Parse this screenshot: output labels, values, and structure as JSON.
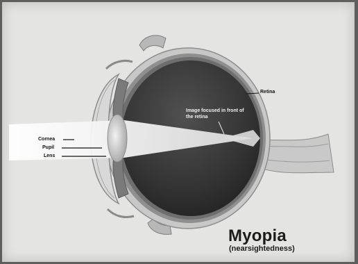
{
  "diagram": {
    "title": "Myopia",
    "subtitle": "(nearsightedness)",
    "labels": {
      "cornea": "Cornea",
      "pupil": "Pupil",
      "lens": "Lens",
      "retina": "Retina",
      "image_note": "Image focused in front of the retina"
    }
  },
  "colors": {
    "background": "#e4e4e2",
    "eye_interior": "#3a3a3a",
    "sclera": "#bdbdbd",
    "light_beam": "#f4f4f4"
  }
}
